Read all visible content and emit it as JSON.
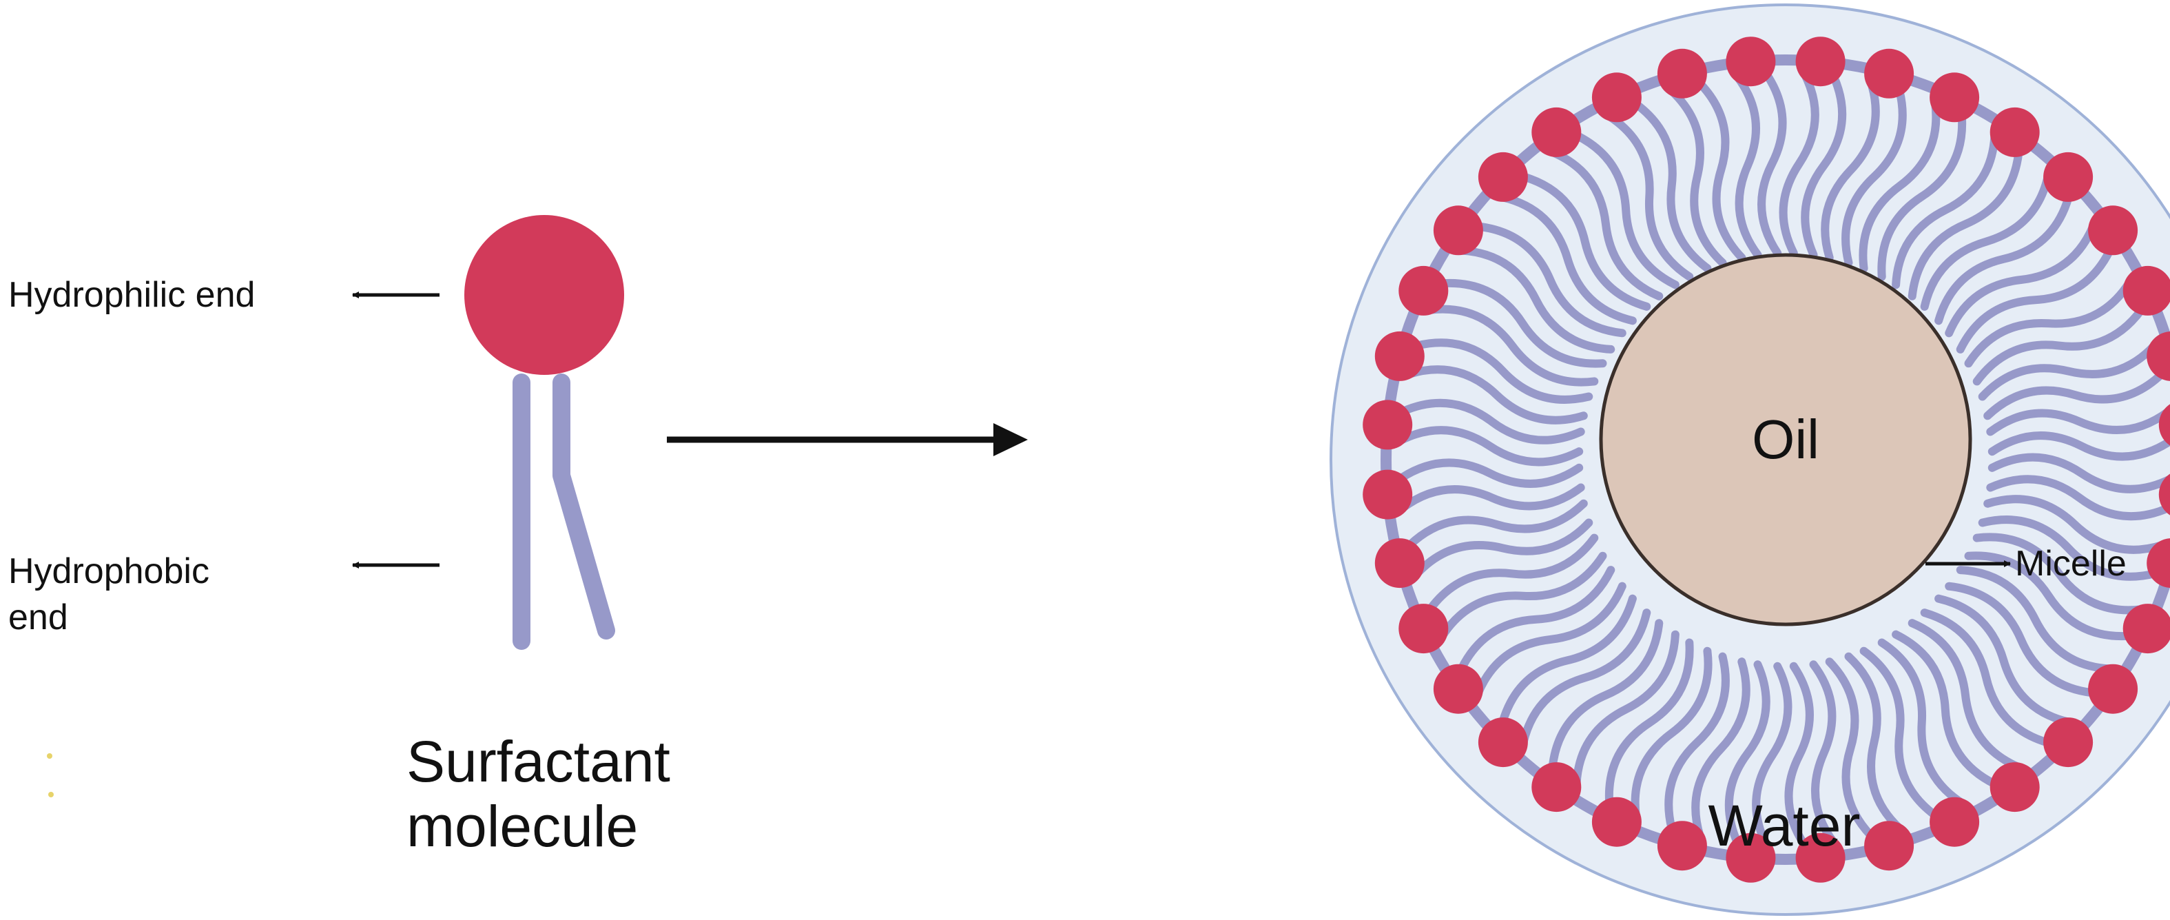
{
  "labels": {
    "hydrophilic_end": "Hydrophilic end",
    "hydrophobic_end_line1": "Hydrophobic",
    "hydrophobic_end_line2": "end",
    "surfactant_line1": "Surfactant",
    "surfactant_line2": "molecule",
    "oil": "Oil",
    "water": "Water",
    "micelle": "Micelle"
  },
  "colors": {
    "head": "#d23a5a",
    "tail": "#9799c9",
    "oil": "#dcc6b8",
    "water": "#e6edf6",
    "water_outline": "#9fb2d8",
    "ink": "#111111",
    "dot": "#e7d36a"
  },
  "micelle": {
    "head_count": 36
  }
}
